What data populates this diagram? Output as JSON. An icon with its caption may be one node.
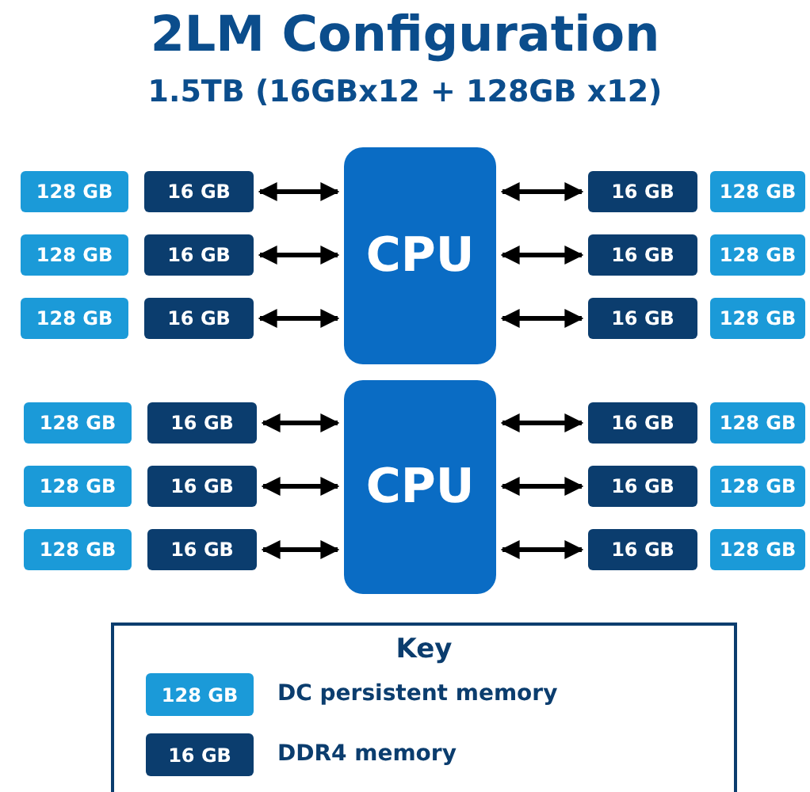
{
  "diagram": {
    "title": "2LM Configuration",
    "caption": "1.5TB (16GBx12 + 128GB x12)",
    "nodes": [
      {
        "text": [
          "CPU"
        ]
      },
      {
        "text": [
          "128 GB"
        ]
      },
      {
        "text": [
          "16 GB"
        ]
      },
      {
        "text": [
          "16 GB"
        ]
      },
      {
        "text": [
          "128 GB"
        ]
      },
      {
        "text": [
          "128 GB"
        ]
      },
      {
        "text": [
          "16 GB"
        ]
      },
      {
        "text": [
          "16 GB"
        ]
      },
      {
        "text": [
          "128 GB"
        ]
      },
      {
        "text": [
          "128 GB"
        ]
      },
      {
        "text": [
          "16 GB"
        ]
      },
      {
        "text": [
          "16 GB"
        ]
      },
      {
        "text": [
          "128 GB"
        ]
      },
      {
        "text": [
          "CPU"
        ]
      },
      {
        "text": [
          "128 GB"
        ]
      },
      {
        "text": [
          "16 GB"
        ]
      },
      {
        "text": [
          "16 GB"
        ]
      },
      {
        "text": [
          "128 GB"
        ]
      },
      {
        "text": [
          "128 GB"
        ]
      },
      {
        "text": [
          "16 GB"
        ]
      },
      {
        "text": [
          "16 GB"
        ]
      },
      {
        "text": [
          "128 GB"
        ]
      },
      {
        "text": [
          "128 GB"
        ]
      },
      {
        "text": [
          "16 GB"
        ]
      },
      {
        "text": [
          "16 GB"
        ]
      },
      {
        "text": [
          "128 GB"
        ]
      }
    ],
    "edges": [
      {
        "from": 2,
        "to": 0,
        "arrow": "both"
      },
      {
        "from": 0,
        "to": 3,
        "arrow": "both"
      },
      {
        "from": 6,
        "to": 0,
        "arrow": "both"
      },
      {
        "from": 0,
        "to": 7,
        "arrow": "both"
      },
      {
        "from": 10,
        "to": 0,
        "arrow": "both"
      },
      {
        "from": 0,
        "to": 11,
        "arrow": "both"
      },
      {
        "from": 15,
        "to": 13,
        "arrow": "both"
      },
      {
        "from": 13,
        "to": 16,
        "arrow": "both"
      },
      {
        "from": 19,
        "to": 13,
        "arrow": "both"
      },
      {
        "from": 13,
        "to": 20,
        "arrow": "both"
      },
      {
        "from": 23,
        "to": 13,
        "arrow": "both"
      },
      {
        "from": 13,
        "to": 24,
        "arrow": "both"
      }
    ],
    "labels": [
      "Key",
      "128 GB",
      "16 GB"
    ],
    "legend": [
      {
        "text": "DC persistent memory",
        "color": "#1b9ad8"
      },
      {
        "text": "DDR4 memory",
        "color": "#0b3d6e"
      }
    ]
  }
}
